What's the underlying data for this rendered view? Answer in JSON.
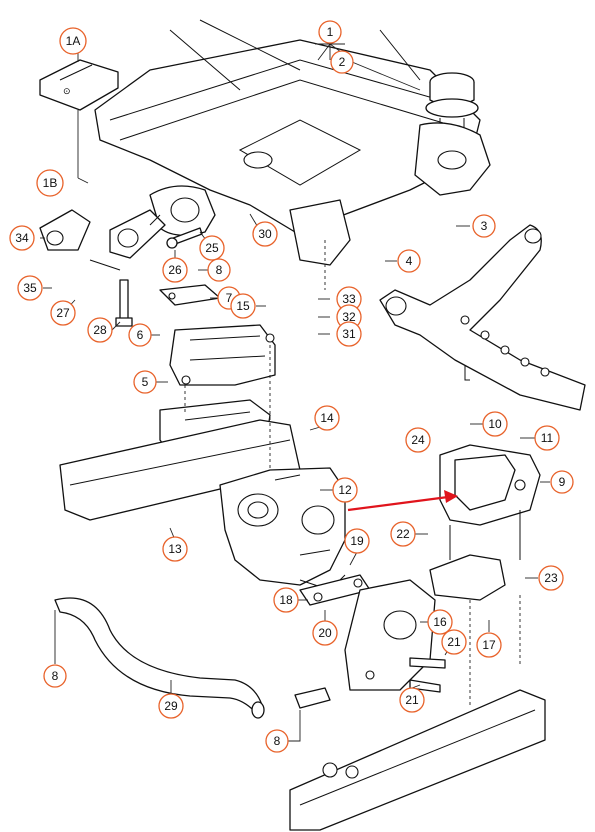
{
  "colors": {
    "callout_border": "#e8622a",
    "highlight_arrow": "#e0141c",
    "line": "#111111",
    "background": "#ffffff"
  },
  "callouts": {
    "c1": "1",
    "c2": "2",
    "c1a": "1A",
    "c1b": "1B",
    "c3": "3",
    "c4": "4",
    "c5": "5",
    "c6": "6",
    "c7": "7",
    "c8a": "8",
    "c8b": "8",
    "c8c": "8",
    "c9": "9",
    "c10": "10",
    "c11": "11",
    "c12": "12",
    "c13": "13",
    "c14": "14",
    "c15": "15",
    "c16": "16",
    "c17": "17",
    "c18": "18",
    "c19": "19",
    "c20": "20",
    "c21a": "21",
    "c21b": "21",
    "c22": "22",
    "c23": "23",
    "c24": "24",
    "c25": "25",
    "c26": "26",
    "c27": "27",
    "c28": "28",
    "c29": "29",
    "c30": "30",
    "c31": "31",
    "c32": "32",
    "c33": "33",
    "c34": "34",
    "c35": "35"
  }
}
